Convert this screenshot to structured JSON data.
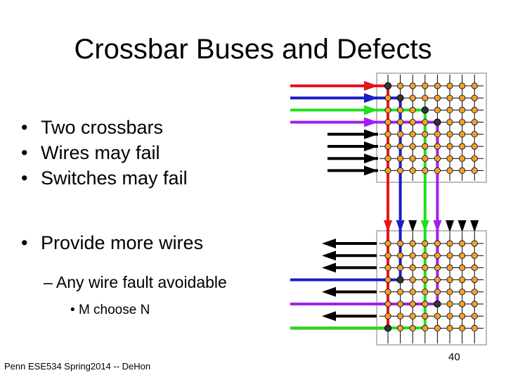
{
  "slide": {
    "title": "Crossbar Buses and Defects",
    "bullets": [
      {
        "bullet": "•",
        "text": "Two crossbars"
      },
      {
        "bullet": "•",
        "text": "Wires may fail"
      },
      {
        "bullet": "•",
        "text": "Switches may fail"
      }
    ],
    "bullet_4": {
      "bullet": "•",
      "text": "Provide more wires"
    },
    "sub_bullet": {
      "bullet": "–",
      "text": "Any wire fault avoidable"
    },
    "sub_sub_bullet": {
      "bullet": "•",
      "text": "M choose N"
    },
    "footer": "Penn ESE534 Spring2014 -- DeHon",
    "page_number": "40"
  },
  "diagram": {
    "colors": {
      "red": "#e8141b",
      "blue": "#1c1cc8",
      "green": "#1ee01e",
      "purple": "#a020f0",
      "dot": "#f0a030",
      "grid": "#c0c0c0",
      "box": "#bdbdbd"
    },
    "crossbars": 2,
    "rows_per_crossbar": 8,
    "columns": 8
  }
}
